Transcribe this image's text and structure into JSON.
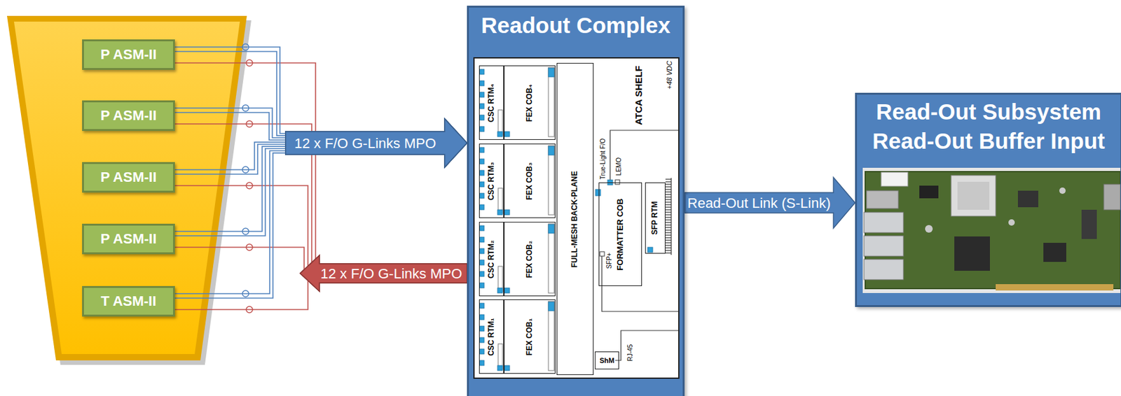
{
  "diagram": {
    "nodes": [
      {
        "text": [
          "P ASM-II"
        ]
      },
      {
        "text": [
          "P ASM-II"
        ]
      },
      {
        "text": [
          "P ASM-II"
        ]
      },
      {
        "text": [
          "P ASM-II"
        ]
      },
      {
        "text": [
          "T ASM-II"
        ]
      },
      {
        "text": [
          "Readout Complex"
        ]
      },
      {
        "text": [
          "ATCA SHELF"
        ],
        "in": 5
      },
      {
        "text": [
          "CSC RTM₄"
        ],
        "in": 6
      },
      {
        "text": [
          "FEX COB₄"
        ],
        "in": 6
      },
      {
        "text": [
          "CSC RTM₃"
        ],
        "in": 6
      },
      {
        "text": [
          "FEX COB₃"
        ],
        "in": 6
      },
      {
        "text": [
          "CSC RTM₂"
        ],
        "in": 6
      },
      {
        "text": [
          "FEX COB₂"
        ],
        "in": 6
      },
      {
        "text": [
          "CSC RTM₁"
        ],
        "in": 6
      },
      {
        "text": [
          "FEX COB₁"
        ],
        "in": 6
      },
      {
        "text": [
          "FULL-MESH BACK-PLANE"
        ],
        "in": 6
      },
      {
        "text": [
          "FORMATTER COB"
        ],
        "in": 6
      },
      {
        "text": [
          "SFP RTM"
        ],
        "in": 6
      },
      {
        "text": [
          "ShM"
        ],
        "in": 6
      },
      {
        "text": [
          "Read-Out Subsystem Read-Out Buffer Input"
        ]
      }
    ],
    "edges": [
      {
        "from": 0,
        "to": 5,
        "arrow": "to",
        "label": "12 x F/O G-Links MPO"
      },
      {
        "from": 1,
        "to": 5,
        "arrow": "to"
      },
      {
        "from": 2,
        "to": 5,
        "arrow": "to"
      },
      {
        "from": 3,
        "to": 5,
        "arrow": "to"
      },
      {
        "from": 4,
        "to": 5,
        "arrow": "to"
      },
      {
        "from": 5,
        "to": 0,
        "arrow": "to",
        "label": "12 x F/O G-Links MPO"
      },
      {
        "from": 5,
        "to": 1,
        "arrow": "to"
      },
      {
        "from": 5,
        "to": 2,
        "arrow": "to"
      },
      {
        "from": 5,
        "to": 3,
        "arrow": "to"
      },
      {
        "from": 5,
        "to": 4,
        "arrow": "to"
      },
      {
        "from": 5,
        "to": 19,
        "arrow": "to",
        "label": "Read-Out Link (S-Link)"
      }
    ],
    "labels": [
      "+48 VDC",
      "True-Light F/O",
      "LEMO",
      "SFP+",
      "RJ-45"
    ]
  }
}
